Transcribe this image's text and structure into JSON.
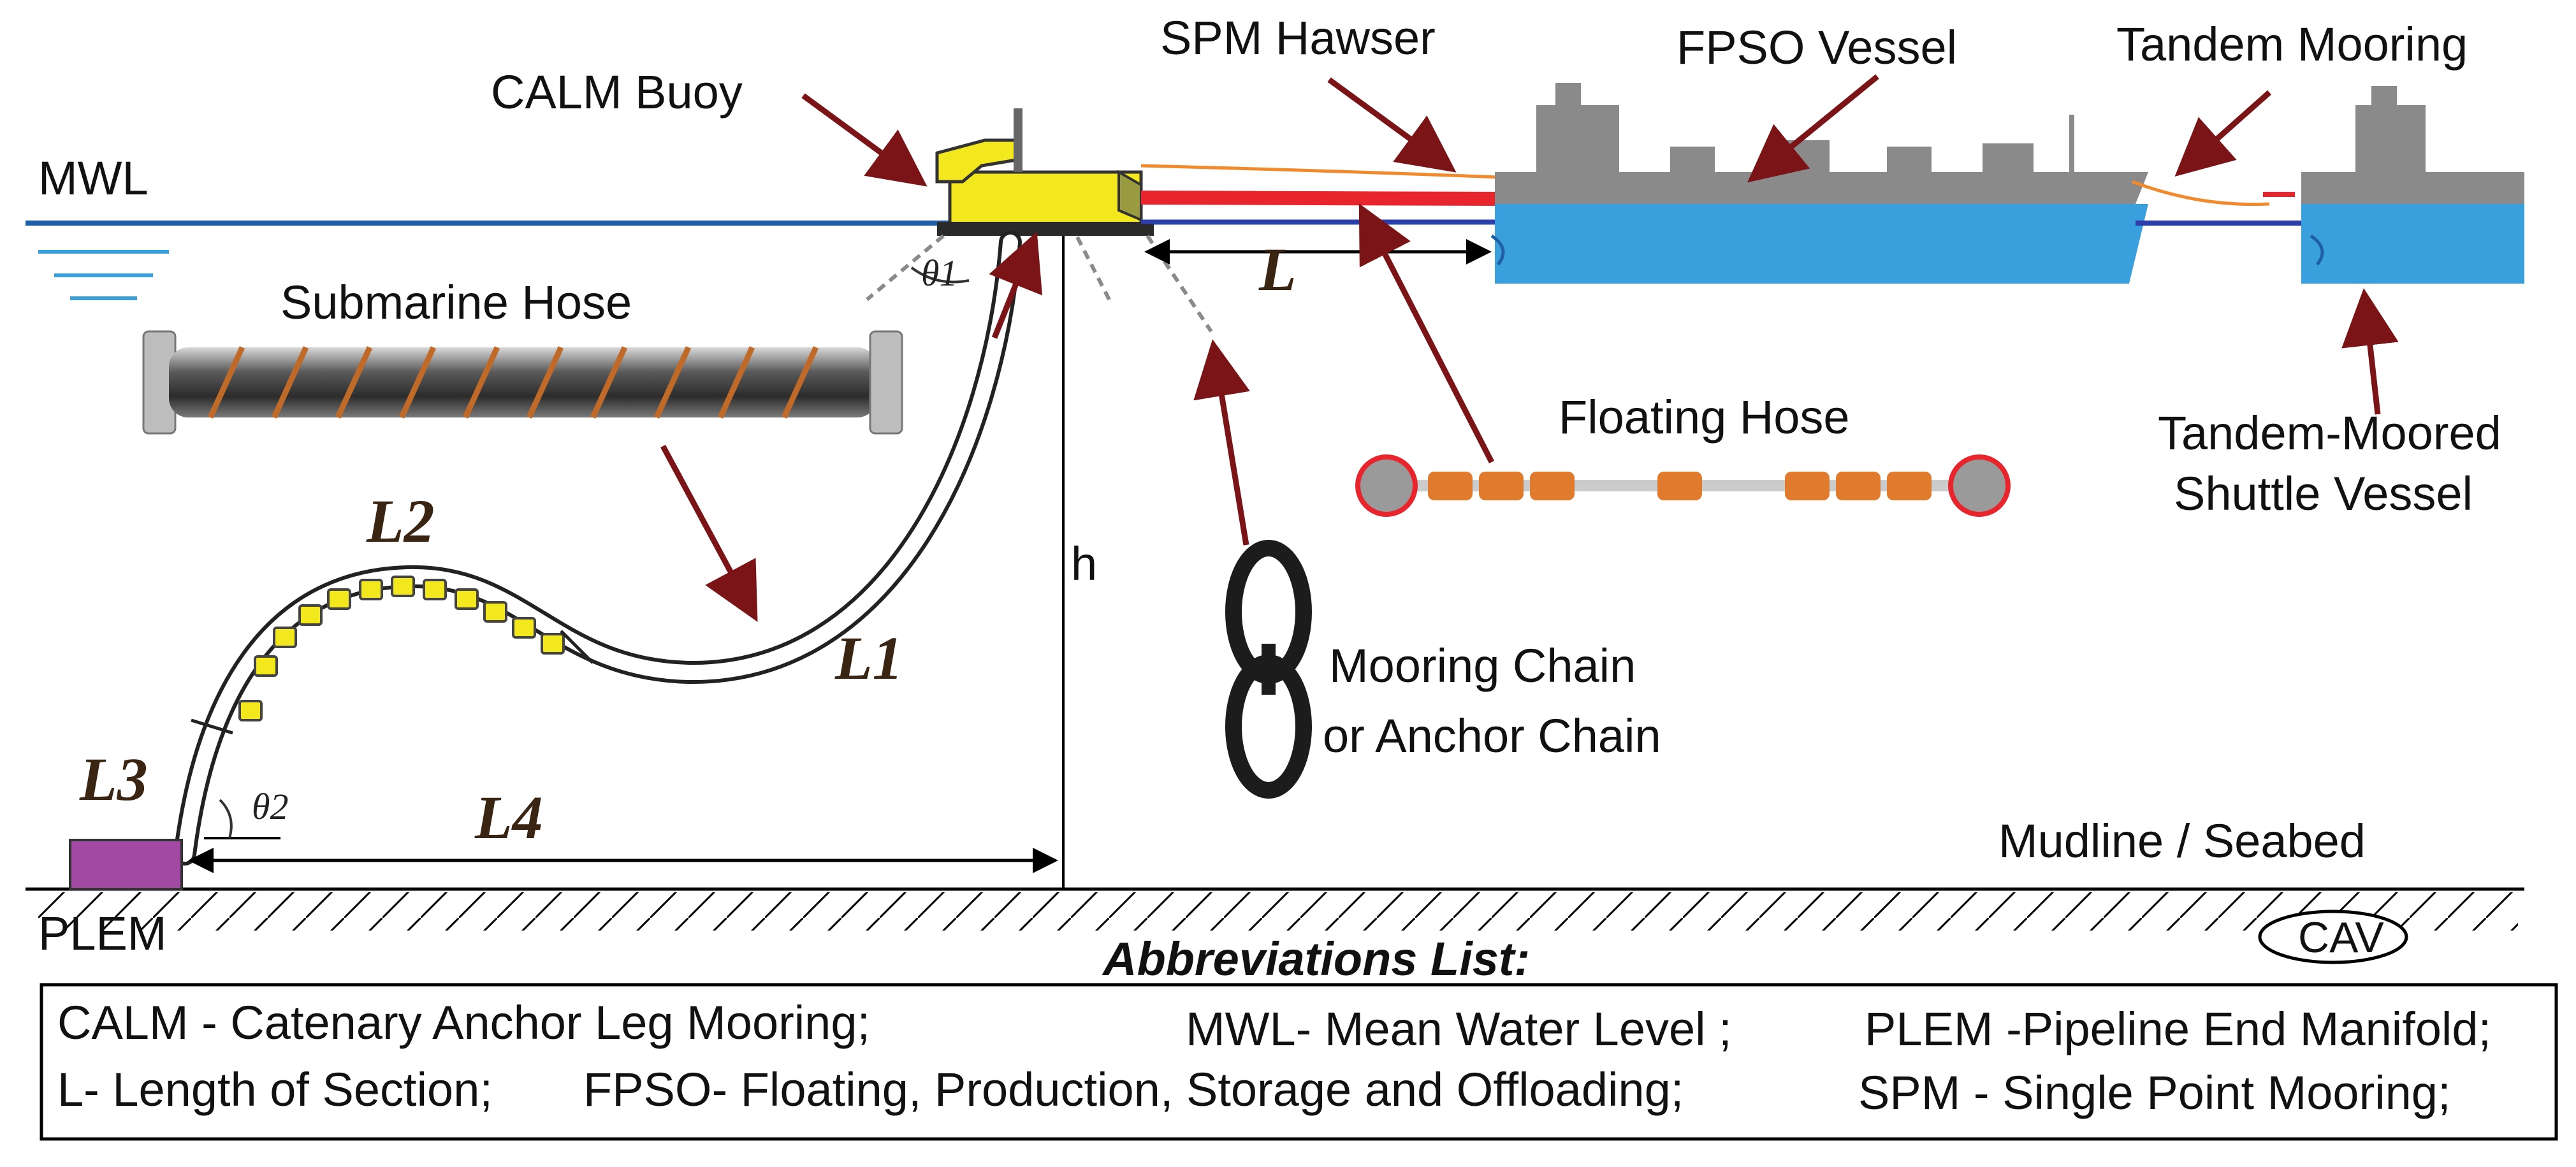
{
  "labels": {
    "mwl": "MWL",
    "calm_buoy": "CALM  Buoy",
    "spm_hawser": "SPM Hawser",
    "fpso_vessel": "FPSO Vessel",
    "tandem_mooring": "Tandem Mooring",
    "submarine_hose": "Submarine Hose",
    "floating_hose": "Floating Hose",
    "tandem_moored_line1": "Tandem-Moored",
    "tandem_moored_line2": "Shuttle Vessel",
    "mooring_chain_line1": "Mooring Chain",
    "mooring_chain_line2": "or Anchor Chain",
    "mudline": "Mudline / Seabed",
    "plem": "PLEM",
    "cav": "CAV",
    "h": "h",
    "L": "L",
    "L1": "L1",
    "L2": "L2",
    "L3": "L3",
    "L4": "L4",
    "theta1": "θ1",
    "theta2": "θ2"
  },
  "abbreviations": {
    "title": "Abbreviations List:",
    "calm": "CALM - Catenary Anchor Leg Mooring;",
    "mwl": "MWL- Mean Water Level ;",
    "plem": "PLEM -Pipeline End Manifold;",
    "l": "L- Length of Section;",
    "fpso": "FPSO- Floating, Production, Storage and Offloading;",
    "spm": "SPM - Single Point Mooring;"
  },
  "colors": {
    "water_line": "#1f5fa8",
    "sea_blue": "#3aa0dd",
    "vessel_gray": "#8a8a8a",
    "buoy_yellow": "#f3e81e",
    "arrow": "#7a1416",
    "hawser_red": "#e8242c",
    "plem_purple": "#a24aa3",
    "hose_orange": "#e07a2c"
  }
}
